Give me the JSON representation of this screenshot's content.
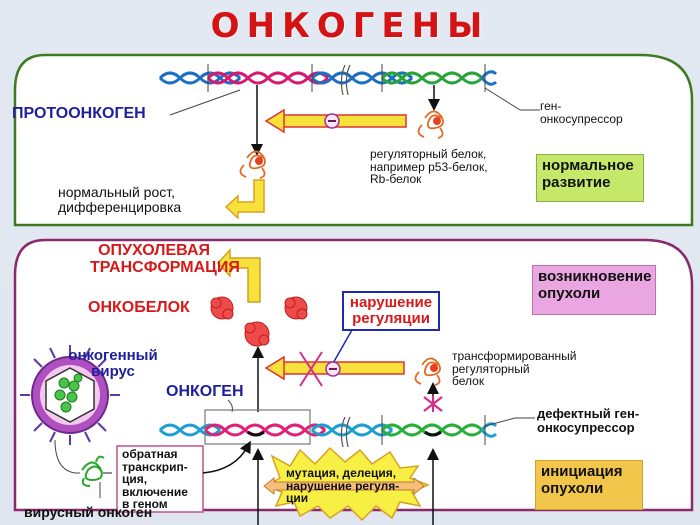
{
  "title": "ОНКОГЕНЫ",
  "top_panel": {
    "protooncogene_label": "ПРОТООНКОГЕН",
    "suppressor_label": "ген-\nонкосупрессор",
    "regulatory_protein_label": "регуляторный белок,\nнапример p53-белок,\nRb-белок",
    "normal_growth_label": "нормальный рост,\nдифференцировка",
    "inhibition_sign": "–",
    "status_box": "нормальное\nразвитие",
    "status_color": "#c6e86a"
  },
  "bottom_panel": {
    "tumor_transformation_label": "ОПУХОЛЕВАЯ\nТРАНСФОРМАЦИЯ",
    "oncoprotein_label": "ОНКОБЕЛОК",
    "dysregulation_label": "нарушение\nрегуляции",
    "oncogenic_virus_label": "онкогенный\nвирус",
    "oncogene_label": "ОНКОГЕН",
    "transformed_protein_label": "трансформированный\nрегуляторный\nбелок",
    "defective_suppressor_label": "дефектный ген-\nонкосупрессор",
    "reverse_transcription_label": "обратная\nтранскрип-\nция,\nвключение\nв геном",
    "mutation_label": "мутация, делеция,\nнарушение регуля-\nции",
    "viral_oncogene_label": "вирусный онкоген",
    "inhibition_sign": "–",
    "tumor_onset_box": "возникновение\nопухоли",
    "tumor_onset_color": "#e9a6e0",
    "tumor_initiation_box": "инициация\nопухоли",
    "tumor_initiation_color": "#f2c64a"
  }
}
